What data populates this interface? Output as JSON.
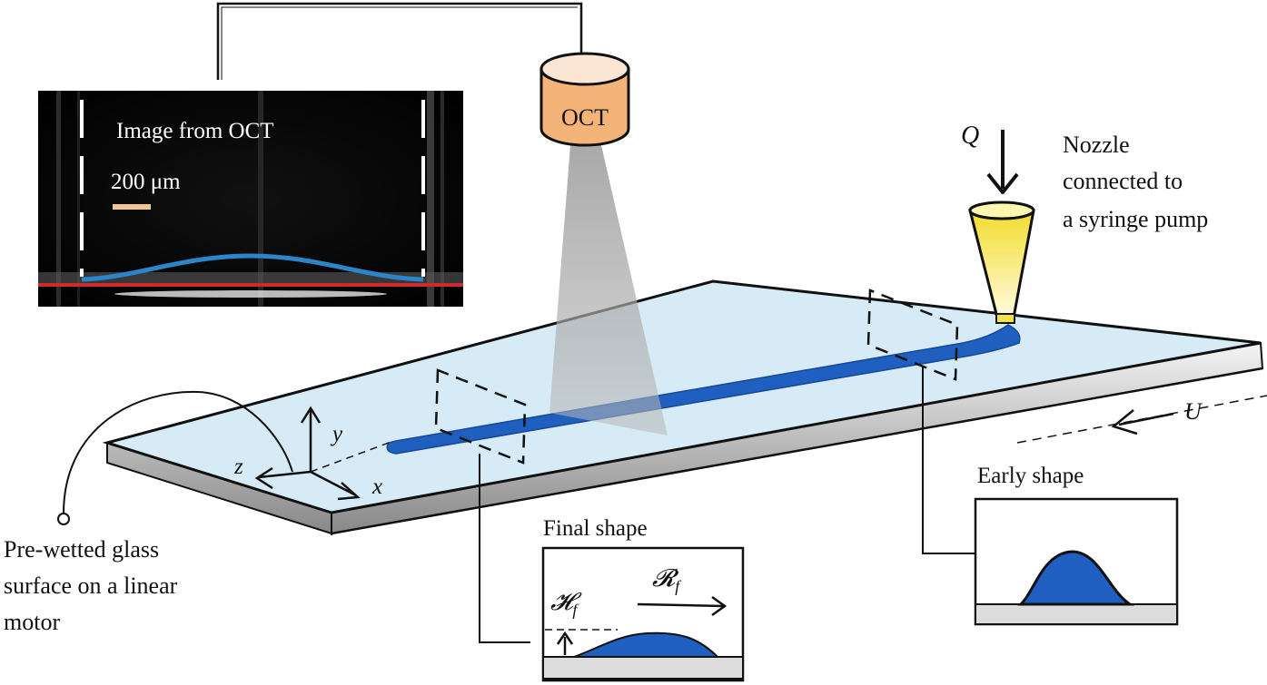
{
  "oct_image": {
    "title": "Image from OCT",
    "scale_bar": "200 μm"
  },
  "oct_device": {
    "label": "OCT"
  },
  "nozzle": {
    "flow_symbol": "Q",
    "label_lines": [
      "Nozzle",
      "connected to",
      "a syringe pump"
    ]
  },
  "velocity": {
    "symbol": "U"
  },
  "axes": {
    "x": "x",
    "y": "y",
    "z": "z"
  },
  "glass": {
    "label_lines": [
      "Pre-wetted glass",
      "surface on a linear",
      "motor"
    ]
  },
  "final_shape": {
    "title": "Final shape",
    "height_symbol": "𝓗",
    "height_sub": "f",
    "radius_symbol": "𝓡",
    "radius_sub": "f"
  },
  "early_shape": {
    "title": "Early shape"
  },
  "colors": {
    "liquid": "#1f5fbf",
    "glass": "#d3e9f4",
    "oct_body": "#f5b477",
    "nozzle": "#f3e04a",
    "oct_blue_line": "#2a86c9",
    "oct_red_line": "#d02a2a"
  }
}
